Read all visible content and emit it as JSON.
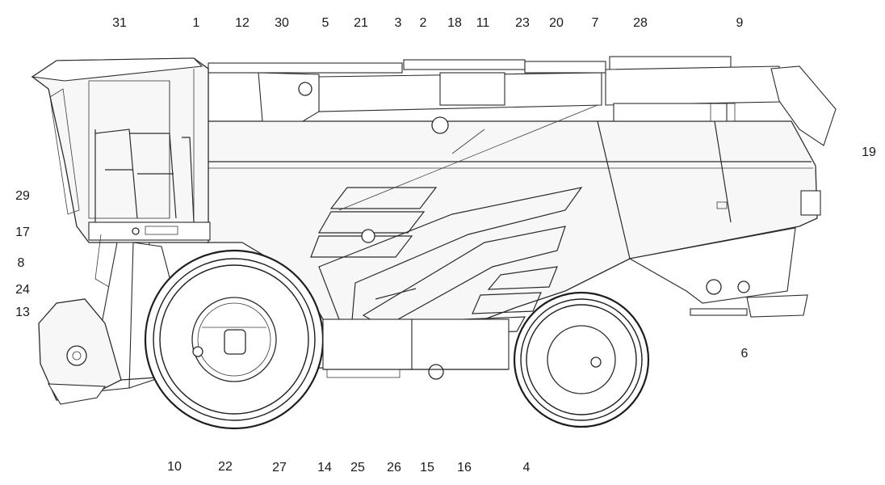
{
  "diagram": {
    "callouts": [
      {
        "id": "31",
        "text": "31"
      },
      {
        "id": "1",
        "text": "1"
      },
      {
        "id": "12",
        "text": "12"
      },
      {
        "id": "30",
        "text": "30"
      },
      {
        "id": "5",
        "text": "5"
      },
      {
        "id": "21",
        "text": "21"
      },
      {
        "id": "3",
        "text": "3"
      },
      {
        "id": "2",
        "text": "2"
      },
      {
        "id": "18",
        "text": "18"
      },
      {
        "id": "11",
        "text": "11"
      },
      {
        "id": "23",
        "text": "23"
      },
      {
        "id": "20",
        "text": "20"
      },
      {
        "id": "7",
        "text": "7"
      },
      {
        "id": "28",
        "text": "28"
      },
      {
        "id": "9",
        "text": "9"
      },
      {
        "id": "19",
        "text": "19"
      },
      {
        "id": "29",
        "text": "29"
      },
      {
        "id": "17",
        "text": "17"
      },
      {
        "id": "8",
        "text": "8"
      },
      {
        "id": "24",
        "text": "24"
      },
      {
        "id": "13",
        "text": "13"
      },
      {
        "id": "6",
        "text": "6"
      },
      {
        "id": "10",
        "text": "10"
      },
      {
        "id": "22",
        "text": "22"
      },
      {
        "id": "27",
        "text": "27"
      },
      {
        "id": "14",
        "text": "14"
      },
      {
        "id": "25",
        "text": "25"
      },
      {
        "id": "26",
        "text": "26"
      },
      {
        "id": "15",
        "text": "15"
      },
      {
        "id": "16",
        "text": "16"
      },
      {
        "id": "4",
        "text": "4"
      }
    ],
    "colors": {
      "line": "#2b2b2b",
      "background": "#ffffff",
      "label": "#1a1a1a"
    }
  }
}
